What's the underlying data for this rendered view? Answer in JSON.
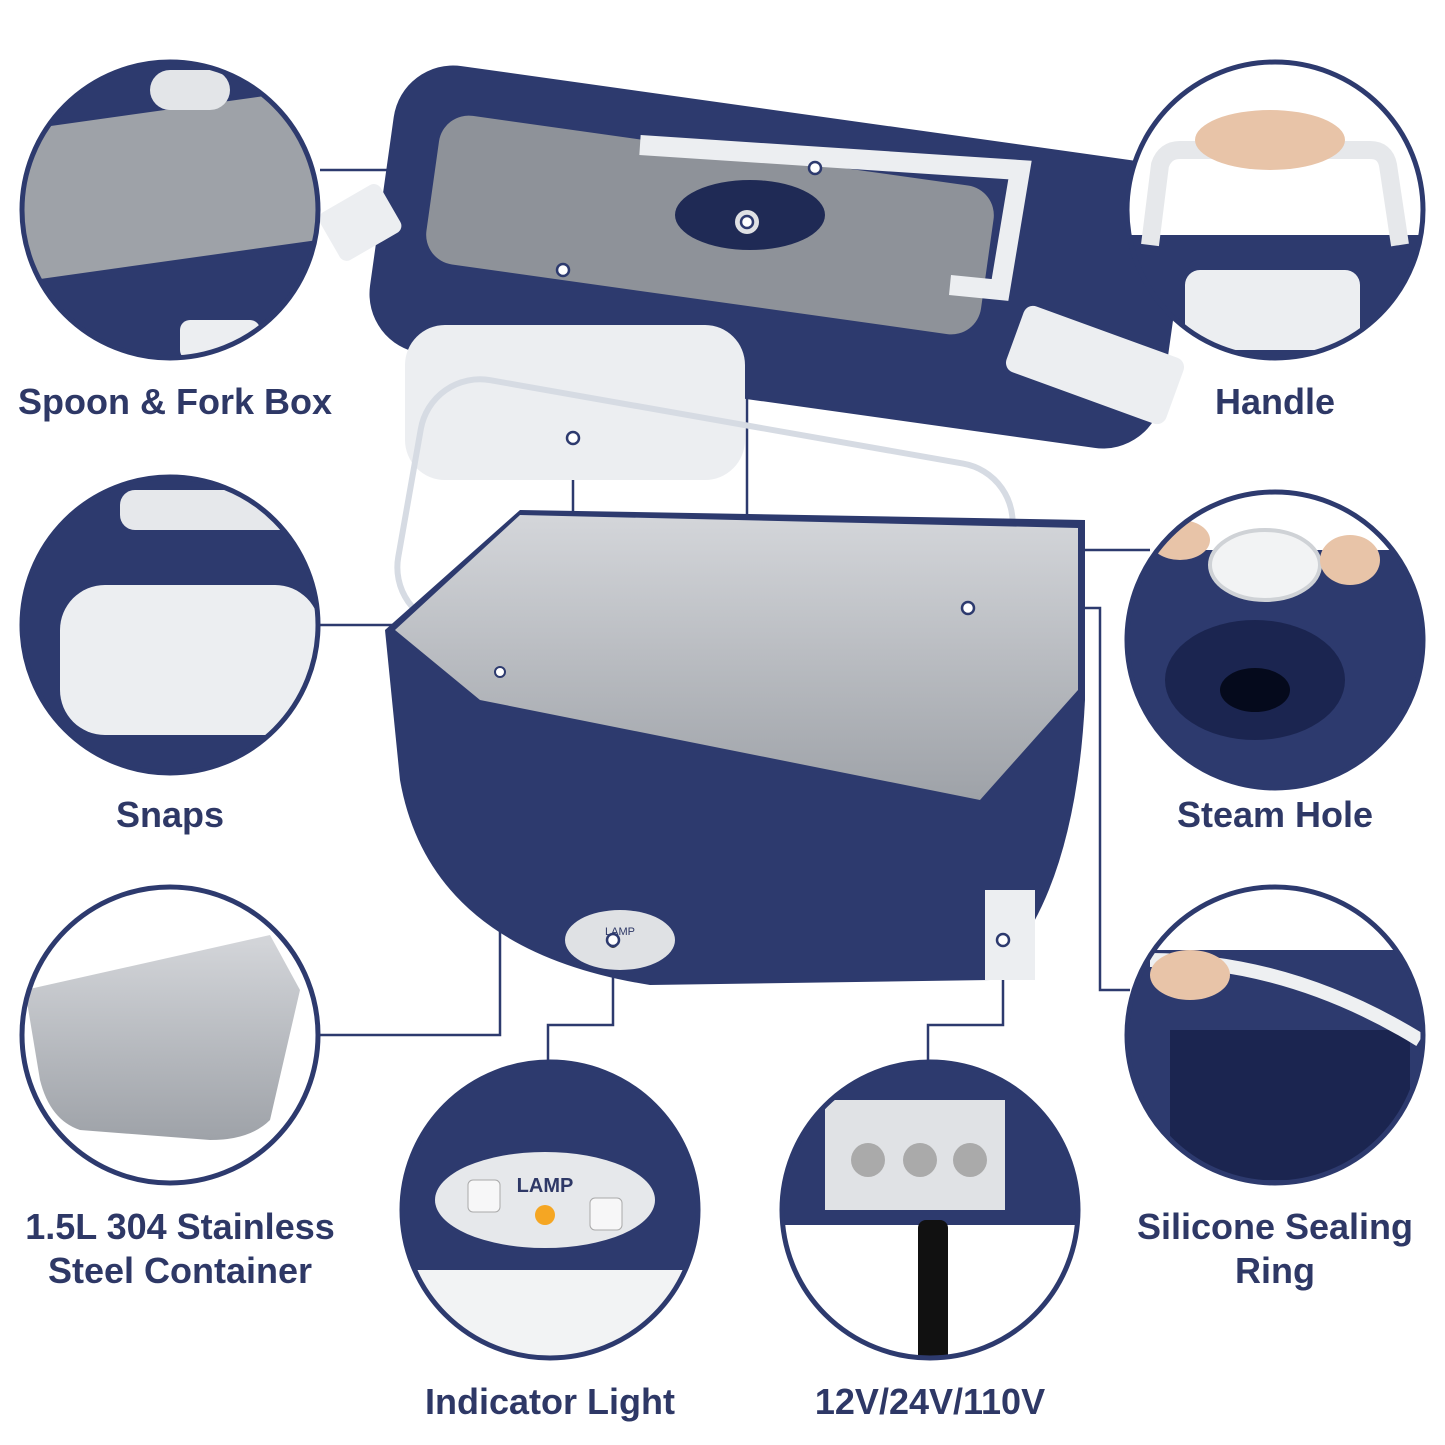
{
  "colors": {
    "navy": "#2d3a6e",
    "label": "#2e3866",
    "steel": "#b9bcc2",
    "white_part": "#eceef1",
    "led": "#f5a623"
  },
  "labels": {
    "spoon_fork_box": "Spoon & Fork Box",
    "handle": "Handle",
    "snaps": "Snaps",
    "steam_hole": "Steam Hole",
    "container_line1": "1.5L 304 Stainless",
    "container_line2": "Steel Container",
    "silicone_line1": "Silicone Sealing",
    "silicone_line2": "Ring",
    "indicator_light": "Indicator Light",
    "voltage": "12V/24V/110V"
  },
  "product": {
    "panel_text": "LAMP"
  }
}
